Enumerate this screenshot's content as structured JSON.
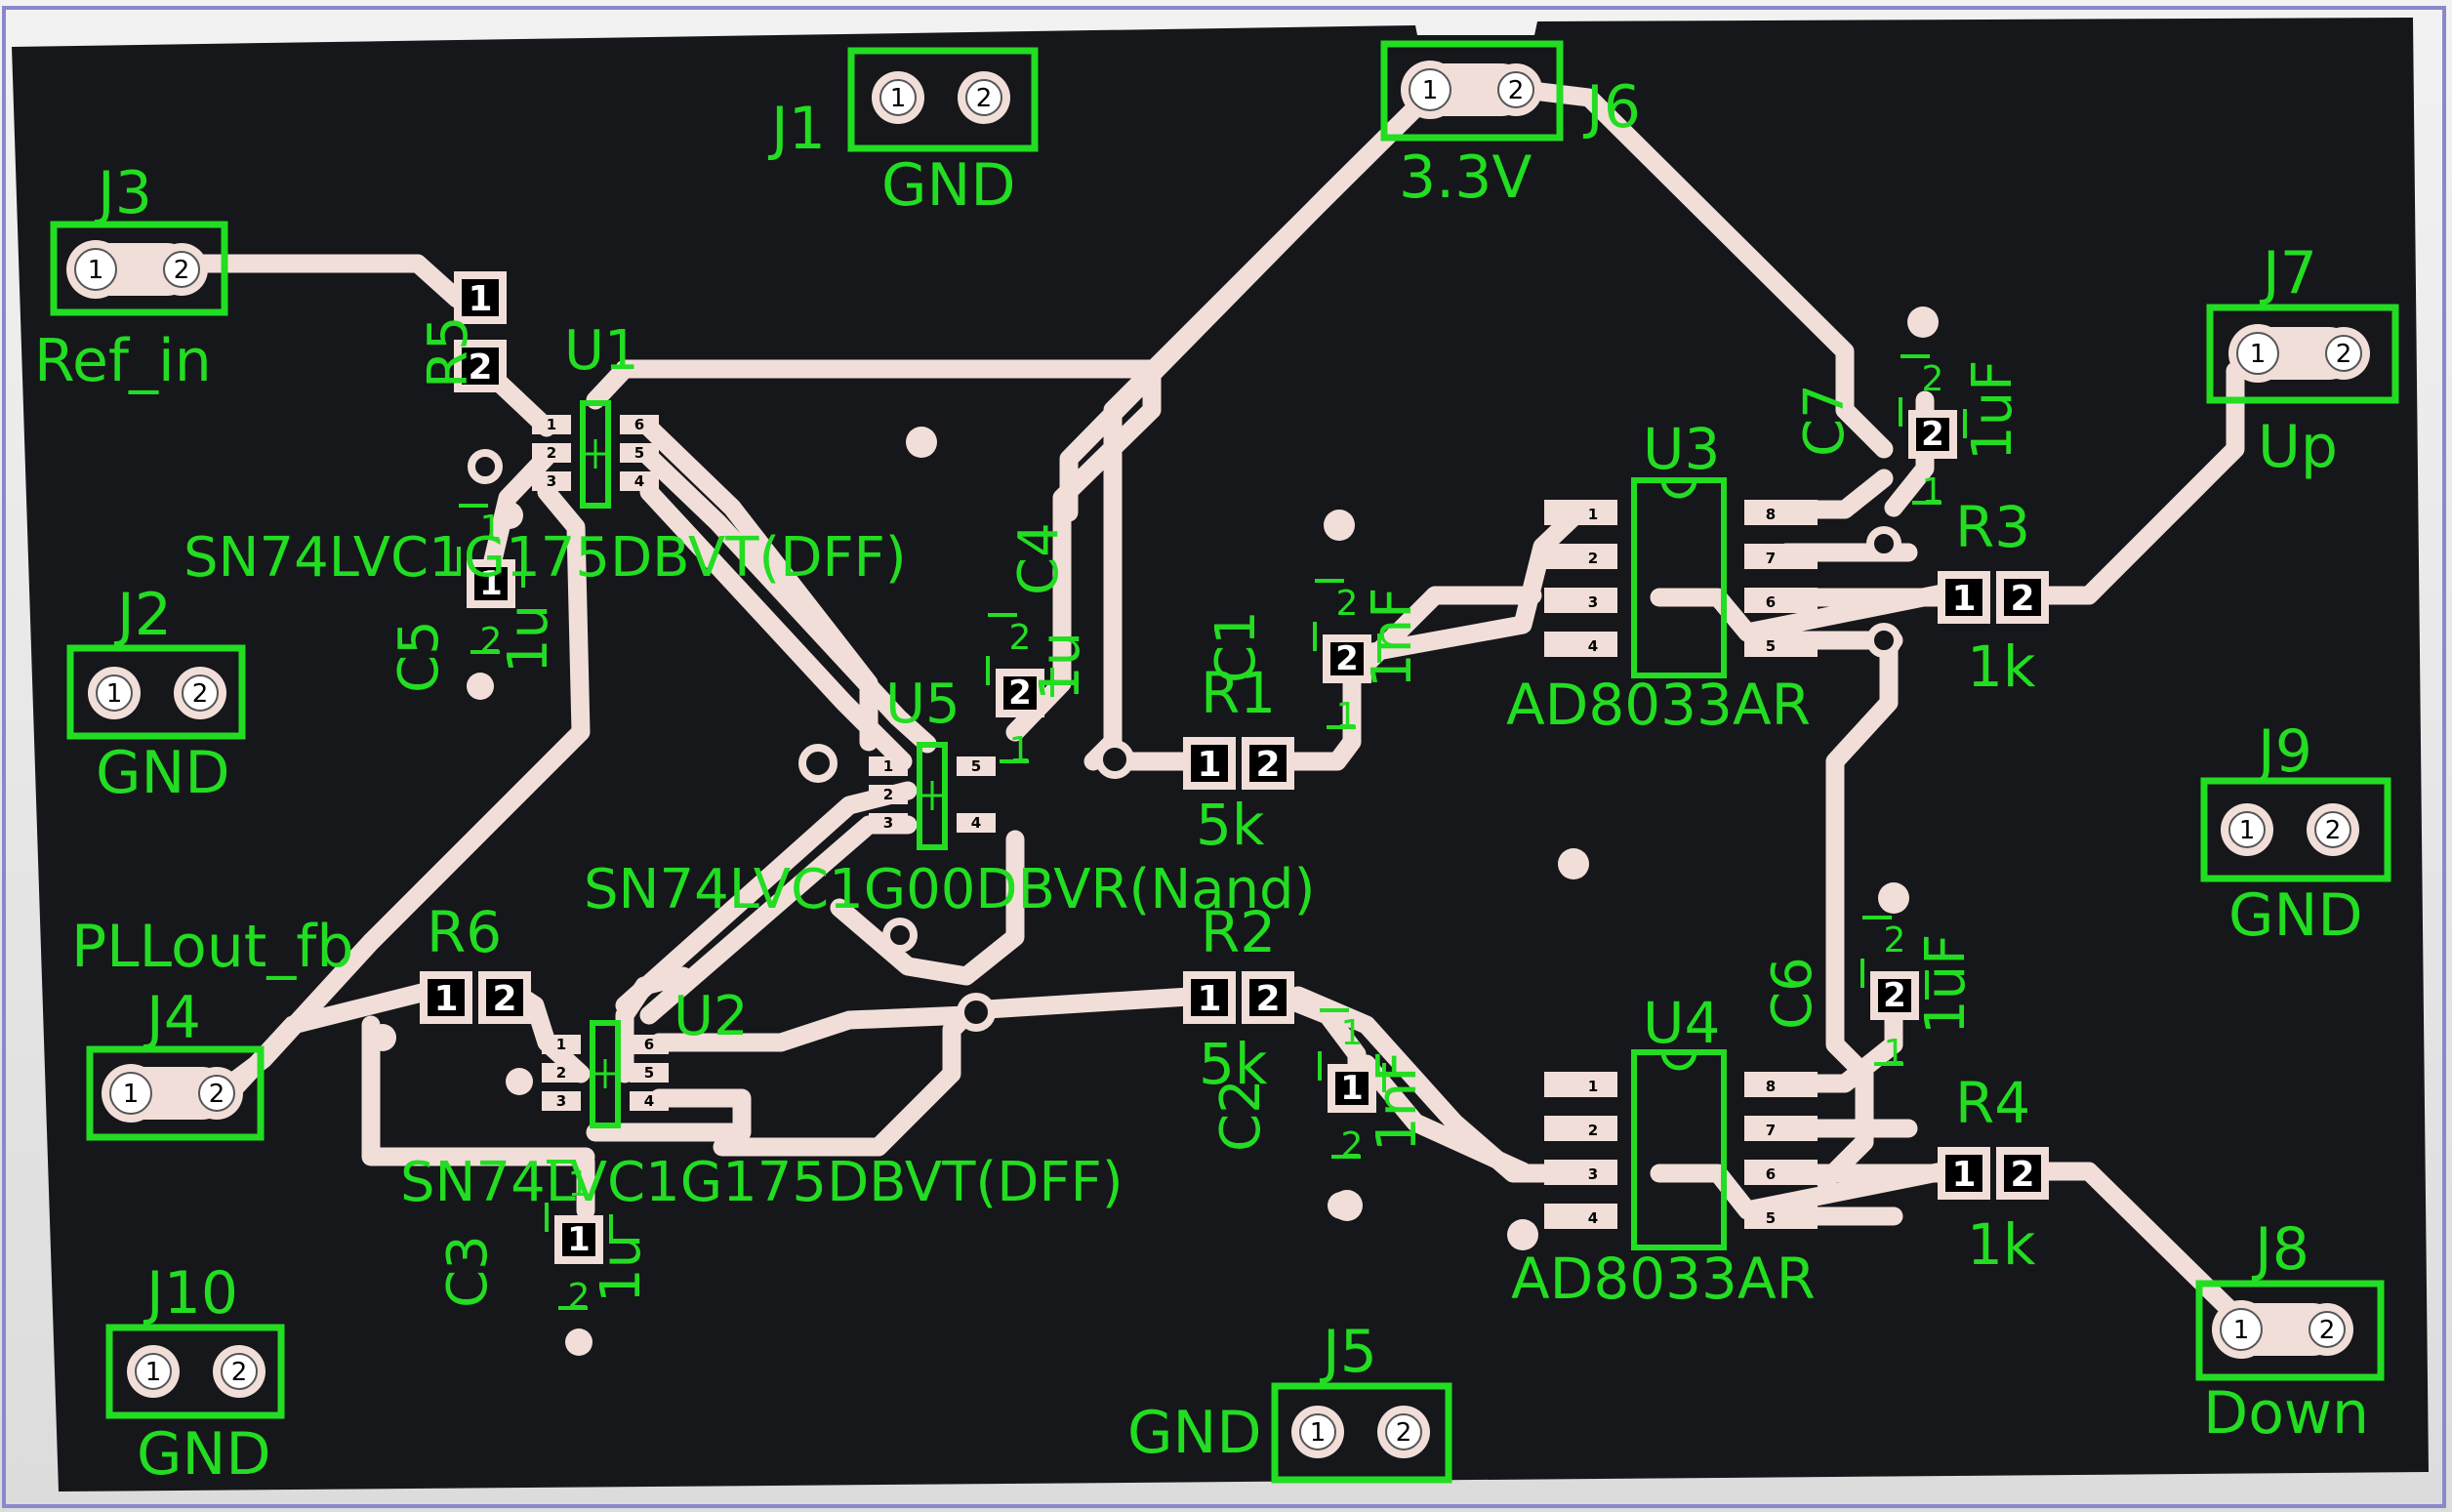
{
  "colors": {
    "board": "#15171a",
    "copper": "#f1ded8",
    "silkscreen": "#22dd22",
    "frame": "#8a88cc"
  },
  "connectors": {
    "J1": {
      "ref": "J1",
      "value": "GND",
      "pin1": "1",
      "pin2": "2"
    },
    "J2": {
      "ref": "J2",
      "value": "GND",
      "pin1": "1",
      "pin2": "2"
    },
    "J3": {
      "ref": "J3",
      "value": "Ref_in",
      "pin1": "1",
      "pin2": "2"
    },
    "J4": {
      "ref": "J4",
      "value": "PLLout_fb",
      "pin1": "1",
      "pin2": "2"
    },
    "J5": {
      "ref": "J5",
      "value": "GND",
      "pin1": "1",
      "pin2": "2"
    },
    "J6": {
      "ref": "J6",
      "value": "3.3V",
      "pin1": "1",
      "pin2": "2"
    },
    "J7": {
      "ref": "J7",
      "value": "Up",
      "pin1": "1",
      "pin2": "2"
    },
    "J8": {
      "ref": "J8",
      "value": "Down",
      "pin1": "1",
      "pin2": "2"
    },
    "J9": {
      "ref": "J9",
      "value": "GND",
      "pin1": "1",
      "pin2": "2"
    },
    "J10": {
      "ref": "J10",
      "value": "GND",
      "pin1": "1",
      "pin2": "2"
    }
  },
  "resistors": {
    "R1": {
      "ref": "R1",
      "value": "5k",
      "pin1": "1",
      "pin2": "2"
    },
    "R2": {
      "ref": "R2",
      "value": "5k",
      "pin1": "1",
      "pin2": "2"
    },
    "R3": {
      "ref": "R3",
      "value": "1k",
      "pin1": "1",
      "pin2": "2"
    },
    "R4": {
      "ref": "R4",
      "value": "1k",
      "pin1": "1",
      "pin2": "2"
    },
    "R5": {
      "ref": "R5",
      "pin1": "1",
      "pin2": "2"
    },
    "R6": {
      "ref": "R6",
      "pin1": "1",
      "pin2": "2"
    }
  },
  "capacitors": {
    "C1": {
      "ref": "C1",
      "value": "1nF",
      "pin1": "1",
      "pin2": "2"
    },
    "C2": {
      "ref": "C2",
      "value": "1nF",
      "pin1": "1",
      "pin2": "2"
    },
    "C3": {
      "ref": "C3",
      "value": "1u",
      "pin1": "1",
      "pin2": "2"
    },
    "C4": {
      "ref": "C4",
      "value": "1u",
      "pin1": "1",
      "pin2": "2"
    },
    "C5": {
      "ref": "C5",
      "value": "1u",
      "pin1": "1",
      "pin2": "2"
    },
    "C6": {
      "ref": "C6",
      "value": "1uF",
      "pin1": "1",
      "pin2": "2"
    },
    "C7": {
      "ref": "C7",
      "value": "1uF",
      "pin1": "1",
      "pin2": "2"
    }
  },
  "ics": {
    "U1": {
      "ref": "U1",
      "value": "SN74LVC1G175DBVT(DFF)",
      "pins": [
        "1",
        "2",
        "3",
        "6",
        "5",
        "4"
      ]
    },
    "U2": {
      "ref": "U2",
      "value": "SN74LVC1G175DBVT(DFF)",
      "pins": [
        "1",
        "2",
        "3",
        "6",
        "5",
        "4"
      ]
    },
    "U5": {
      "ref": "U5",
      "value": "SN74LVC1G00DBVR(Nand)",
      "pins": [
        "1",
        "2",
        "3",
        "5",
        "4"
      ]
    },
    "U3": {
      "ref": "U3",
      "value": "AD8033AR",
      "pins": [
        "1",
        "2",
        "3",
        "4",
        "8",
        "7",
        "6",
        "5"
      ]
    },
    "U4": {
      "ref": "U4",
      "value": "AD8033AR",
      "pins": [
        "1",
        "2",
        "3",
        "4",
        "8",
        "7",
        "6",
        "5"
      ]
    }
  }
}
